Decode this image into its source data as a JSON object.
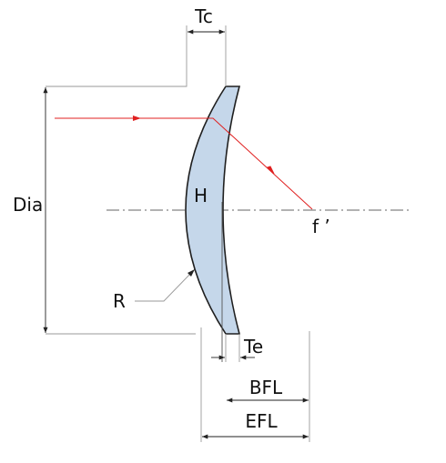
{
  "labels": {
    "tc": "Tc",
    "dia": "Dia",
    "h": "H",
    "f_prime": "f ’",
    "r": "R",
    "te": "Te",
    "bfl": "BFL",
    "efl": "EFL"
  },
  "colors": {
    "lens_fill": "#c5d7ea",
    "lens_stroke": "#1f1f1f",
    "ray": "#e02020",
    "dim_line": "#9a9a9a",
    "axis": "#666666",
    "text": "#111111"
  },
  "elements": {
    "lens": "meniscus-lens",
    "ray": "incident-and-refracted-ray",
    "axis": "optical-axis"
  }
}
